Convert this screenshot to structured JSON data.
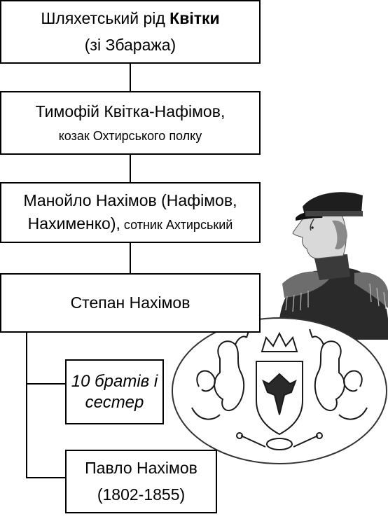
{
  "tree": {
    "box1": {
      "line1_pre": "Шляхетський рід ",
      "line1_bold": "Квітки",
      "line2": "(зі Збаража)"
    },
    "box2": {
      "line1": "Тимофій Квітка-Нафімов,",
      "line2": "козак Охтирського полку"
    },
    "box3": {
      "line1": "Манойло Нахімов (Нафімов,",
      "line2_name": "Нахименко),",
      "line2_rest": " сотник Ахтирський"
    },
    "box4": {
      "line1": "Степан Нахімов"
    },
    "box5": {
      "line1": "10 братів і",
      "line2": "сестер"
    },
    "box6": {
      "line1": "Павло Нахімов",
      "line2": "(1802-1855)"
    }
  },
  "images": {
    "portrait": "portrait-of-naval-officer",
    "crest": "heraldic-coat-of-arms"
  }
}
